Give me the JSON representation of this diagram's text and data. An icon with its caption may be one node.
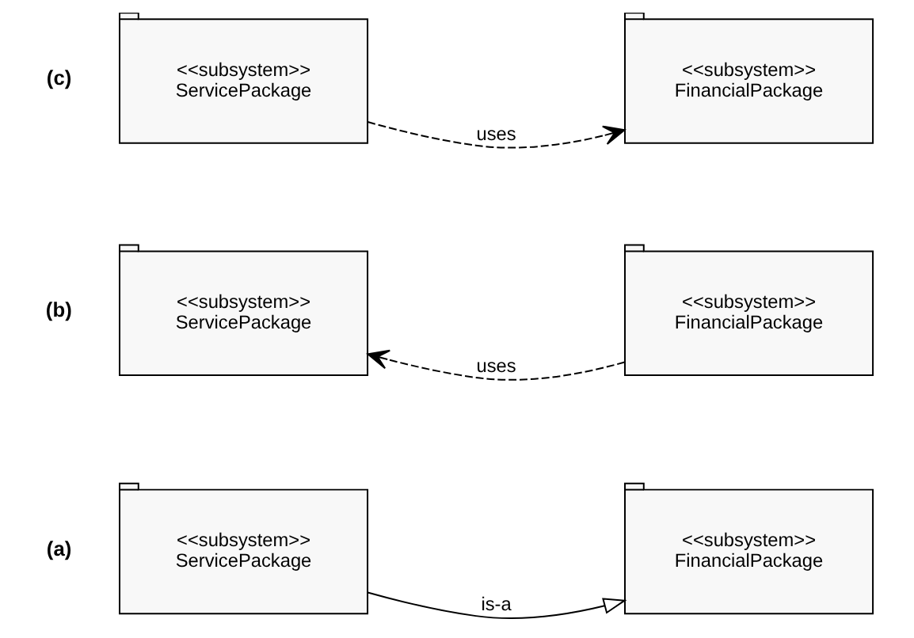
{
  "diagram": {
    "nodes": [
      {
        "text": [
          "<<subsystem>>",
          "ServicePackage"
        ],
        "beside": [
          "(a)"
        ]
      },
      {
        "text": [
          "<<subsystem>>",
          "FinancialPackage"
        ]
      },
      {
        "text": [
          "<<subsystem>>",
          "ServicePackage"
        ],
        "beside": [
          "(b)"
        ]
      },
      {
        "text": [
          "<<subsystem>>",
          "FinancialPackage"
        ]
      },
      {
        "text": [
          "<<subsystem>>",
          "ServicePackage"
        ],
        "beside": [
          "(c)"
        ]
      },
      {
        "text": [
          "<<subsystem>>",
          "FinancialPackage"
        ]
      }
    ],
    "edges": [
      {
        "from": 0,
        "to": 1,
        "arrow": "to",
        "label": "is-a"
      },
      {
        "from": 3,
        "to": 2,
        "arrow": "to",
        "label": "uses",
        "style": "dashed"
      },
      {
        "from": 4,
        "to": 5,
        "arrow": "to",
        "label": "uses",
        "style": "dashed"
      }
    ]
  }
}
